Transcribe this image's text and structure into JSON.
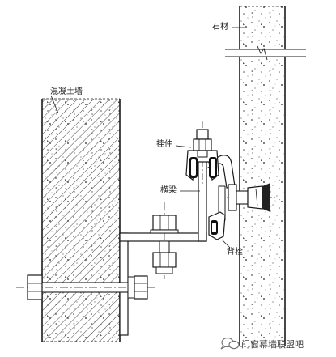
{
  "labels": {
    "stone": "石材",
    "concrete_wall": "混凝土墙",
    "hanger": "挂件",
    "cross_beam": "横梁",
    "back_bolt": "背栓"
  },
  "watermark": {
    "text": "门窗幕墙联盟吧",
    "icon": "chat-bubble-icon"
  },
  "colors": {
    "line": "#1a1a1a",
    "fill": "#ffffff",
    "hatch": "#333333",
    "speckle": "#555555"
  }
}
